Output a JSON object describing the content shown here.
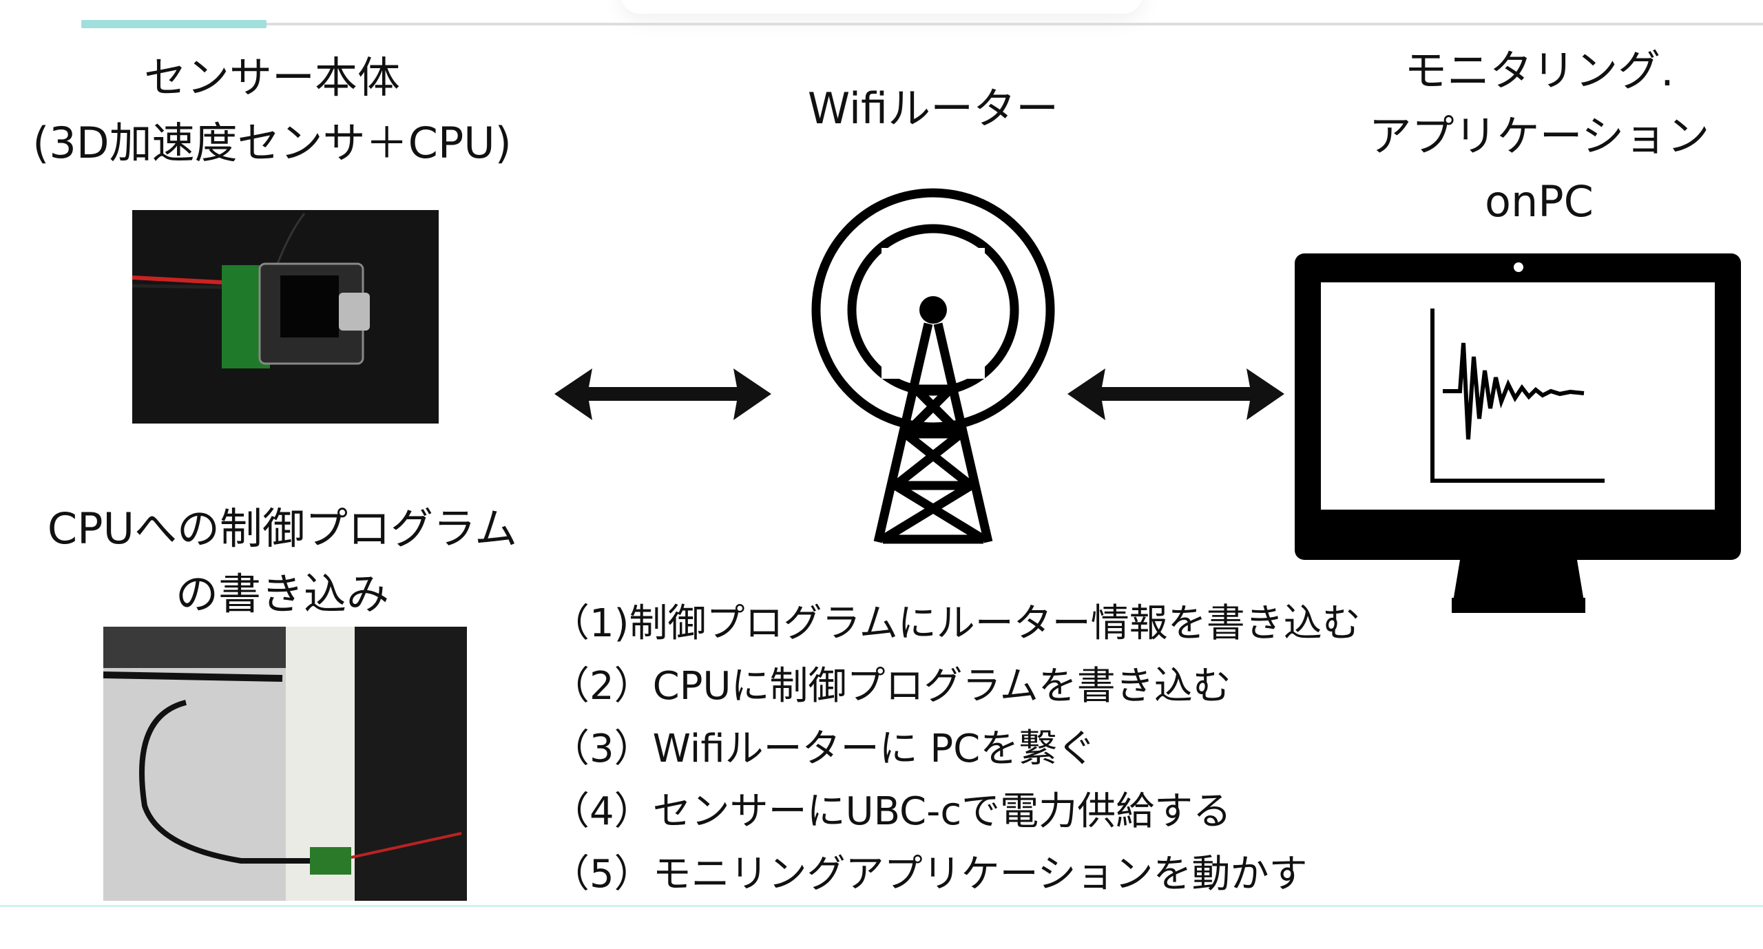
{
  "progress": {
    "fraction": 0.11,
    "accent": "#a0dfdc"
  },
  "sensor": {
    "title_line1": "センサー本体",
    "title_line2": "(3D加速度センサ＋CPU)"
  },
  "programming": {
    "title_line1": "CPUへの制御プログラム",
    "title_line2": "の書き込み"
  },
  "router": {
    "title": "Wifiルーター"
  },
  "monitor": {
    "title_line1": "モニタリング.",
    "title_line2": "アプリケーション",
    "title_line3": "onPC"
  },
  "steps": [
    "（1)制御プログラムにルーター情報を書き込む",
    "（2）CPUに制御プログラムを書き込む",
    "（3）Wifiルーターに PCを繋ぐ",
    "（4）センサーにUBC-cで電力供給する",
    "（5）モニリングアプリケーションを動かす"
  ]
}
